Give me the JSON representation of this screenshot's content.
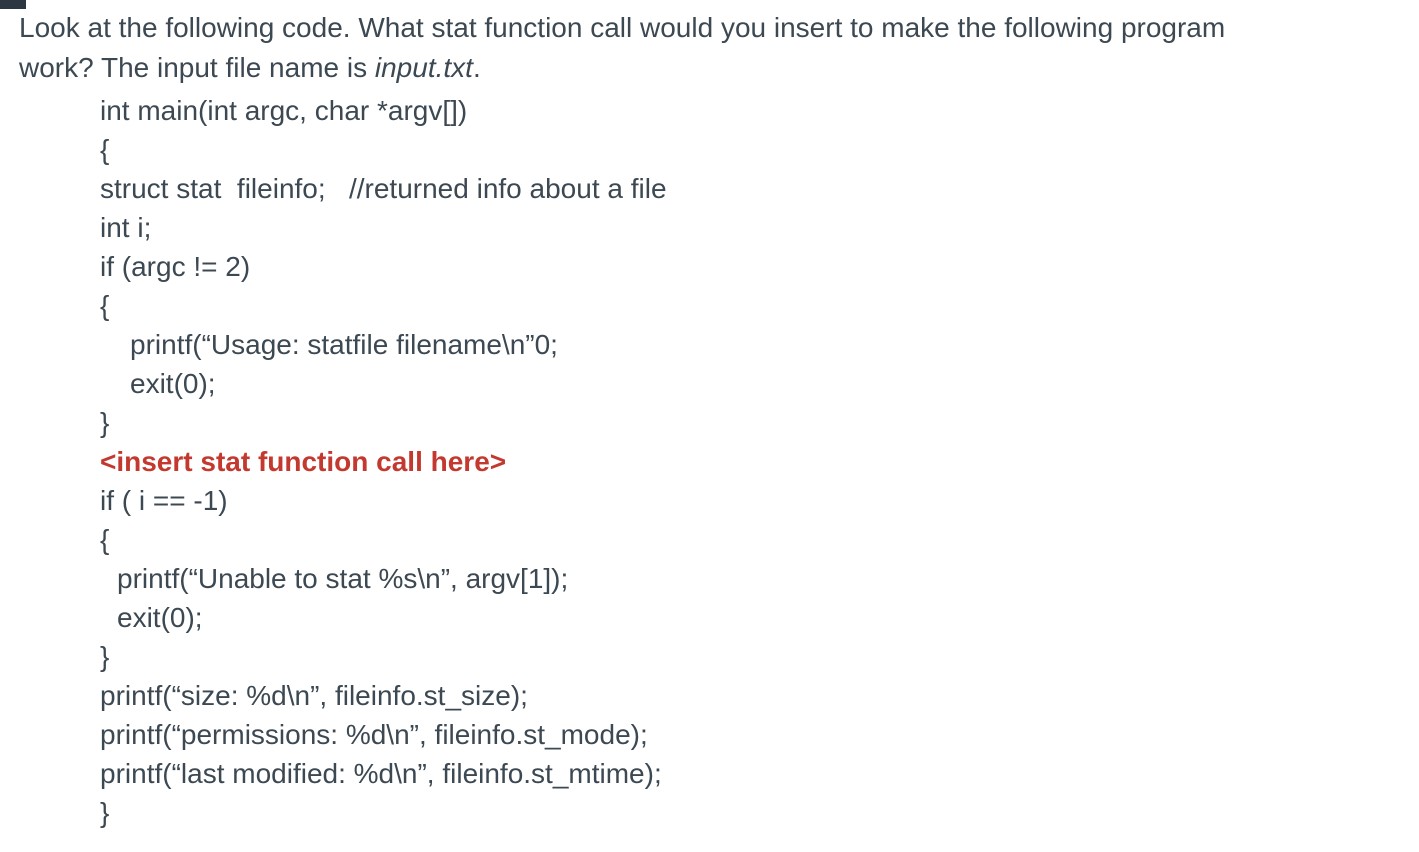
{
  "question": {
    "line1": "Look at the following code. What stat function call would you insert to make the following program",
    "line2_prefix": "work? The input file name is ",
    "filename": "input.txt",
    "line2_suffix": "."
  },
  "colors": {
    "text": "#3c4852",
    "highlight_red": "#c4392f",
    "corner_mark": "#2c3742",
    "background": "#ffffff"
  },
  "code": {
    "lines": [
      {
        "text": "int main(int argc, char *argv[])"
      },
      {
        "text": "{"
      },
      {
        "text": "struct stat  fileinfo;   //returned info about a file"
      },
      {
        "text": "int i;"
      },
      {
        "text": "if (argc != 2)"
      },
      {
        "text": "{"
      },
      {
        "text": "printf(“Usage: statfile filename\\n”0;"
      },
      {
        "text": "exit(0);"
      },
      {
        "text": "}"
      },
      {
        "text": "<insert stat function call here>"
      },
      {
        "text": "if ( i == -1)"
      },
      {
        "text": "{"
      },
      {
        "text": "printf(“Unable to stat %s\\n”, argv[1]);"
      },
      {
        "text": "exit(0);"
      },
      {
        "text": "}"
      },
      {
        "text": "printf(“size: %d\\n”, fileinfo.st_size);"
      },
      {
        "text": "printf(“permissions: %d\\n”, fileinfo.st_mode);"
      },
      {
        "text": "printf(“last modified: %d\\n”, fileinfo.st_mtime);"
      },
      {
        "text": "}"
      }
    ]
  }
}
